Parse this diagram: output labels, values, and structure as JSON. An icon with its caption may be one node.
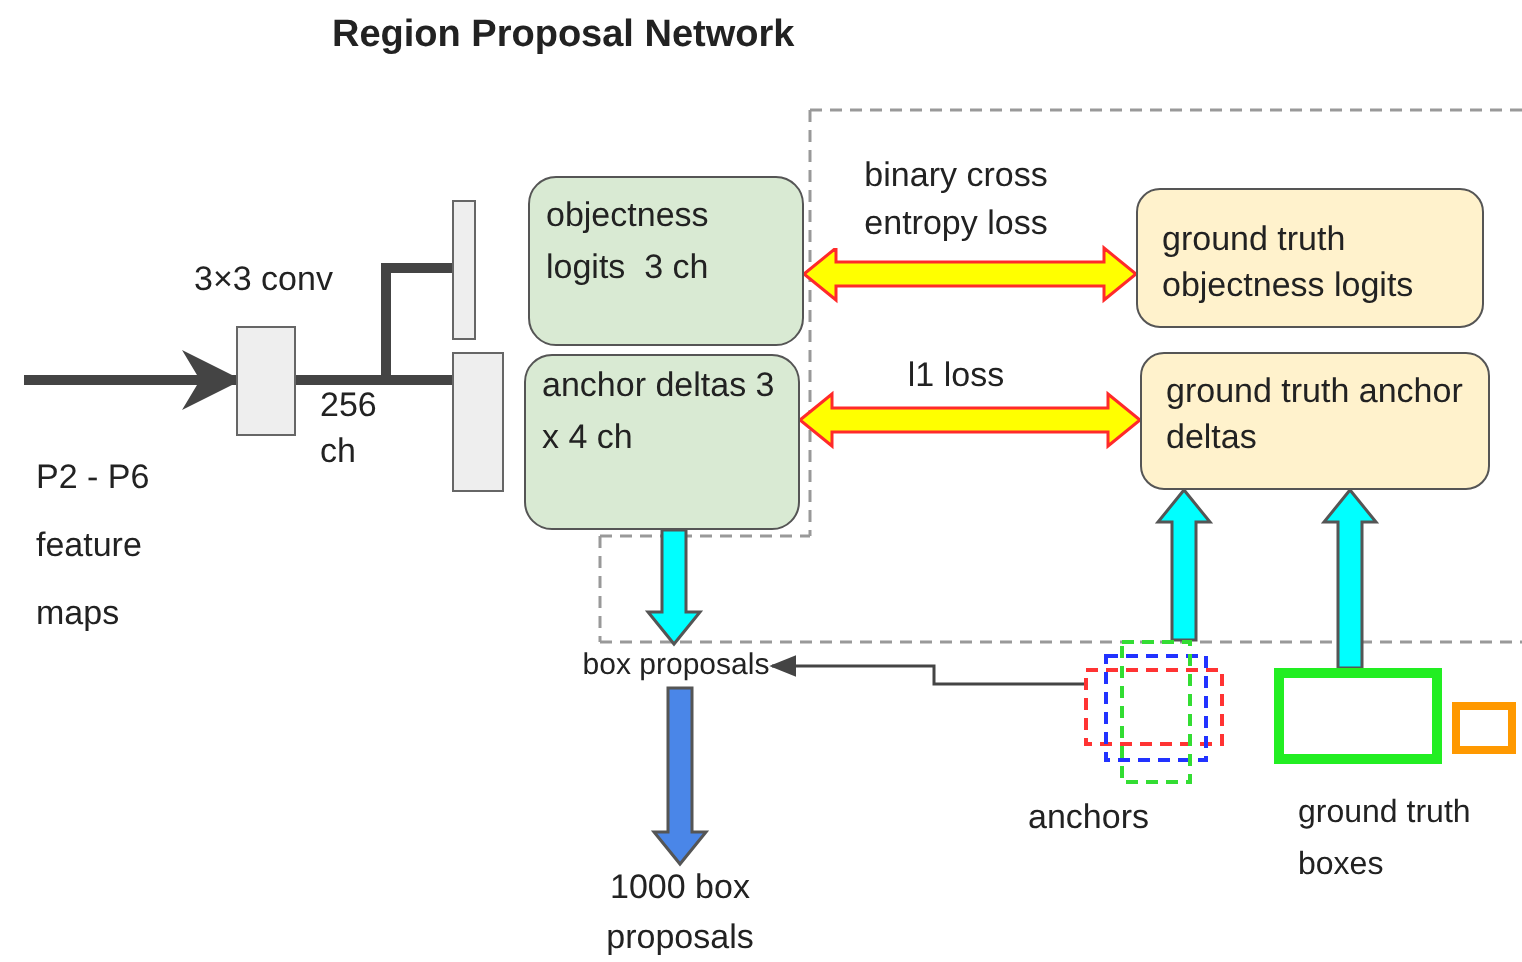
{
  "diagram": {
    "title": "Region Proposal Network",
    "nodes": [
      {
        "text": [],
        "shape": "box",
        "beside": [
          "3×3 conv"
        ]
      },
      {
        "text": [],
        "shape": "box"
      },
      {
        "text": [],
        "shape": "box"
      },
      {
        "text": [
          "objectness logits  3 ch"
        ]
      },
      {
        "text": [
          "anchor deltas 3 x 4 ch"
        ]
      },
      {
        "text": [
          "ground truth objectness logits"
        ]
      },
      {
        "text": [
          "ground truth anchor deltas"
        ]
      },
      {
        "text": [
          "box proposals"
        ]
      },
      {
        "text": [
          "1000 box proposals"
        ]
      },
      {
        "text": [],
        "shape": "box",
        "beside": [
          "anchors"
        ]
      },
      {
        "text": [],
        "shape": "box",
        "beside": [
          "ground truth boxes"
        ]
      }
    ],
    "edges": [
      {
        "from": null,
        "to": 0,
        "arrow": "to"
      },
      {
        "from": 0,
        "to": 1,
        "arrow": "none"
      },
      {
        "from": 0,
        "to": 2,
        "arrow": "none"
      },
      {
        "from": 3,
        "to": 5,
        "arrow": "both",
        "label": "binary cross entropy loss",
        "color": "#ffff00"
      },
      {
        "from": 4,
        "to": 6,
        "arrow": "both",
        "label": "l1 loss",
        "color": "#ffff00"
      },
      {
        "from": 4,
        "to": 7,
        "arrow": "to",
        "color": "#00ffff"
      },
      {
        "from": 7,
        "to": 8,
        "arrow": "to",
        "color": "#4a86e8"
      },
      {
        "from": 9,
        "to": 6,
        "arrow": "to",
        "color": "#00ffff"
      },
      {
        "from": 10,
        "to": 6,
        "arrow": "to",
        "color": "#00ffff"
      },
      {
        "from": 9,
        "to": 7,
        "arrow": "to"
      }
    ],
    "labels": [
      "P2 - P6 feature maps",
      "256 ch"
    ]
  }
}
